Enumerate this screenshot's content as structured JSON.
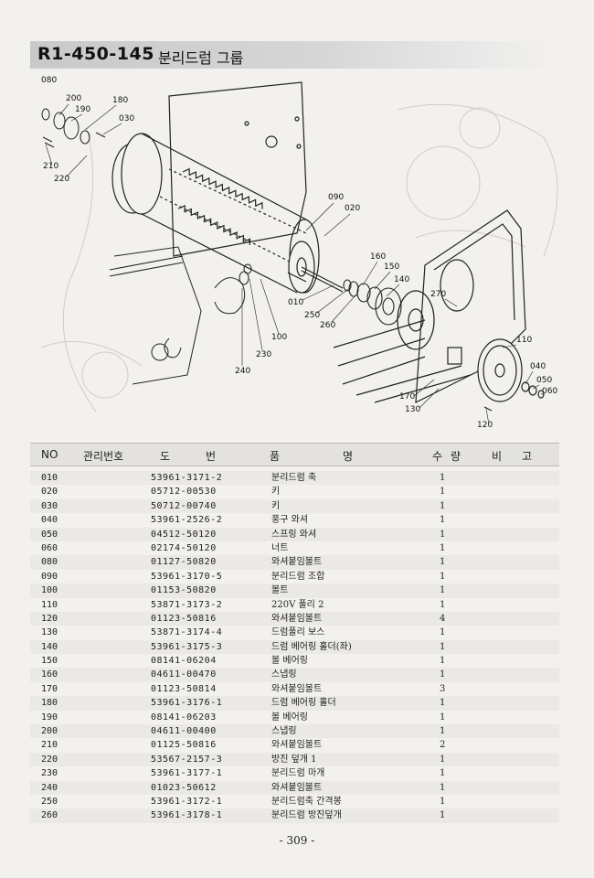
{
  "header": {
    "code": "R1-450-145",
    "title": "분리드럼 그룹"
  },
  "diagram": {
    "callouts": [
      "080",
      "200",
      "190",
      "180",
      "030",
      "210",
      "220",
      "090",
      "020",
      "160",
      "150",
      "140",
      "010",
      "250",
      "260",
      "270",
      "100",
      "230",
      "240",
      "110",
      "040",
      "050",
      "060",
      "170",
      "130",
      "120"
    ]
  },
  "table": {
    "headers": {
      "no": "NO",
      "mgmt": "관리번호",
      "drawing_1": "도",
      "drawing_2": "번",
      "part_1": "품",
      "part_2": "명",
      "qty_1": "수",
      "qty_2": "량",
      "remark_1": "비",
      "remark_2": "고"
    },
    "rows": [
      {
        "no": "010",
        "code": "53961-3171-2",
        "name": "분리드럼 축",
        "qty": "1"
      },
      {
        "no": "020",
        "code": "05712-00530",
        "name": "키",
        "qty": "1"
      },
      {
        "no": "030",
        "code": "50712-00740",
        "name": "키",
        "qty": "1"
      },
      {
        "no": "040",
        "code": "53961-2526-2",
        "name": "풍구 와셔",
        "qty": "1"
      },
      {
        "no": "050",
        "code": "04512-50120",
        "name": "스프링 와셔",
        "qty": "1"
      },
      {
        "no": "060",
        "code": "02174-50120",
        "name": "너트",
        "qty": "1"
      },
      {
        "no": "080",
        "code": "01127-50820",
        "name": "와셔붙임볼트",
        "qty": "1"
      },
      {
        "no": "090",
        "code": "53961-3170-5",
        "name": "분리드럼 조합",
        "qty": "1"
      },
      {
        "no": "100",
        "code": "01153-50820",
        "name": "볼트",
        "qty": "1"
      },
      {
        "no": "110",
        "code": "53871-3173-2",
        "name": "220V 풀리 2",
        "qty": "1"
      },
      {
        "no": "120",
        "code": "01123-50816",
        "name": "와셔붙임볼트",
        "qty": "4"
      },
      {
        "no": "130",
        "code": "53871-3174-4",
        "name": "드럼풀리 보스",
        "qty": "1"
      },
      {
        "no": "140",
        "code": "53961-3175-3",
        "name": "드럼 베어링 홀더(좌)",
        "qty": "1"
      },
      {
        "no": "150",
        "code": "08141-06204",
        "name": "볼 베어링",
        "qty": "1"
      },
      {
        "no": "160",
        "code": "04611-00470",
        "name": "스냅링",
        "qty": "1"
      },
      {
        "no": "170",
        "code": "01123-50814",
        "name": "와셔붙임볼트",
        "qty": "3"
      },
      {
        "no": "180",
        "code": "53961-3176-1",
        "name": "드럼 베어링 홀더",
        "qty": "1"
      },
      {
        "no": "190",
        "code": "08141-06203",
        "name": "볼 베어링",
        "qty": "1"
      },
      {
        "no": "200",
        "code": "04611-00400",
        "name": "스냅링",
        "qty": "1"
      },
      {
        "no": "210",
        "code": "01125-50816",
        "name": "와셔붙임볼트",
        "qty": "2"
      },
      {
        "no": "220",
        "code": "53567-2157-3",
        "name": "방진 덮개 1",
        "qty": "1"
      },
      {
        "no": "230",
        "code": "53961-3177-1",
        "name": "분리드럼 마개",
        "qty": "1"
      },
      {
        "no": "240",
        "code": "01023-50612",
        "name": "와셔붙임볼트",
        "qty": "1"
      },
      {
        "no": "250",
        "code": "53961-3172-1",
        "name": "분리드럼축 간격봉",
        "qty": "1"
      },
      {
        "no": "260",
        "code": "53961-3178-1",
        "name": "분리드럼 방진덮개",
        "qty": "1"
      }
    ]
  },
  "footer": {
    "page": "- 309 -"
  }
}
